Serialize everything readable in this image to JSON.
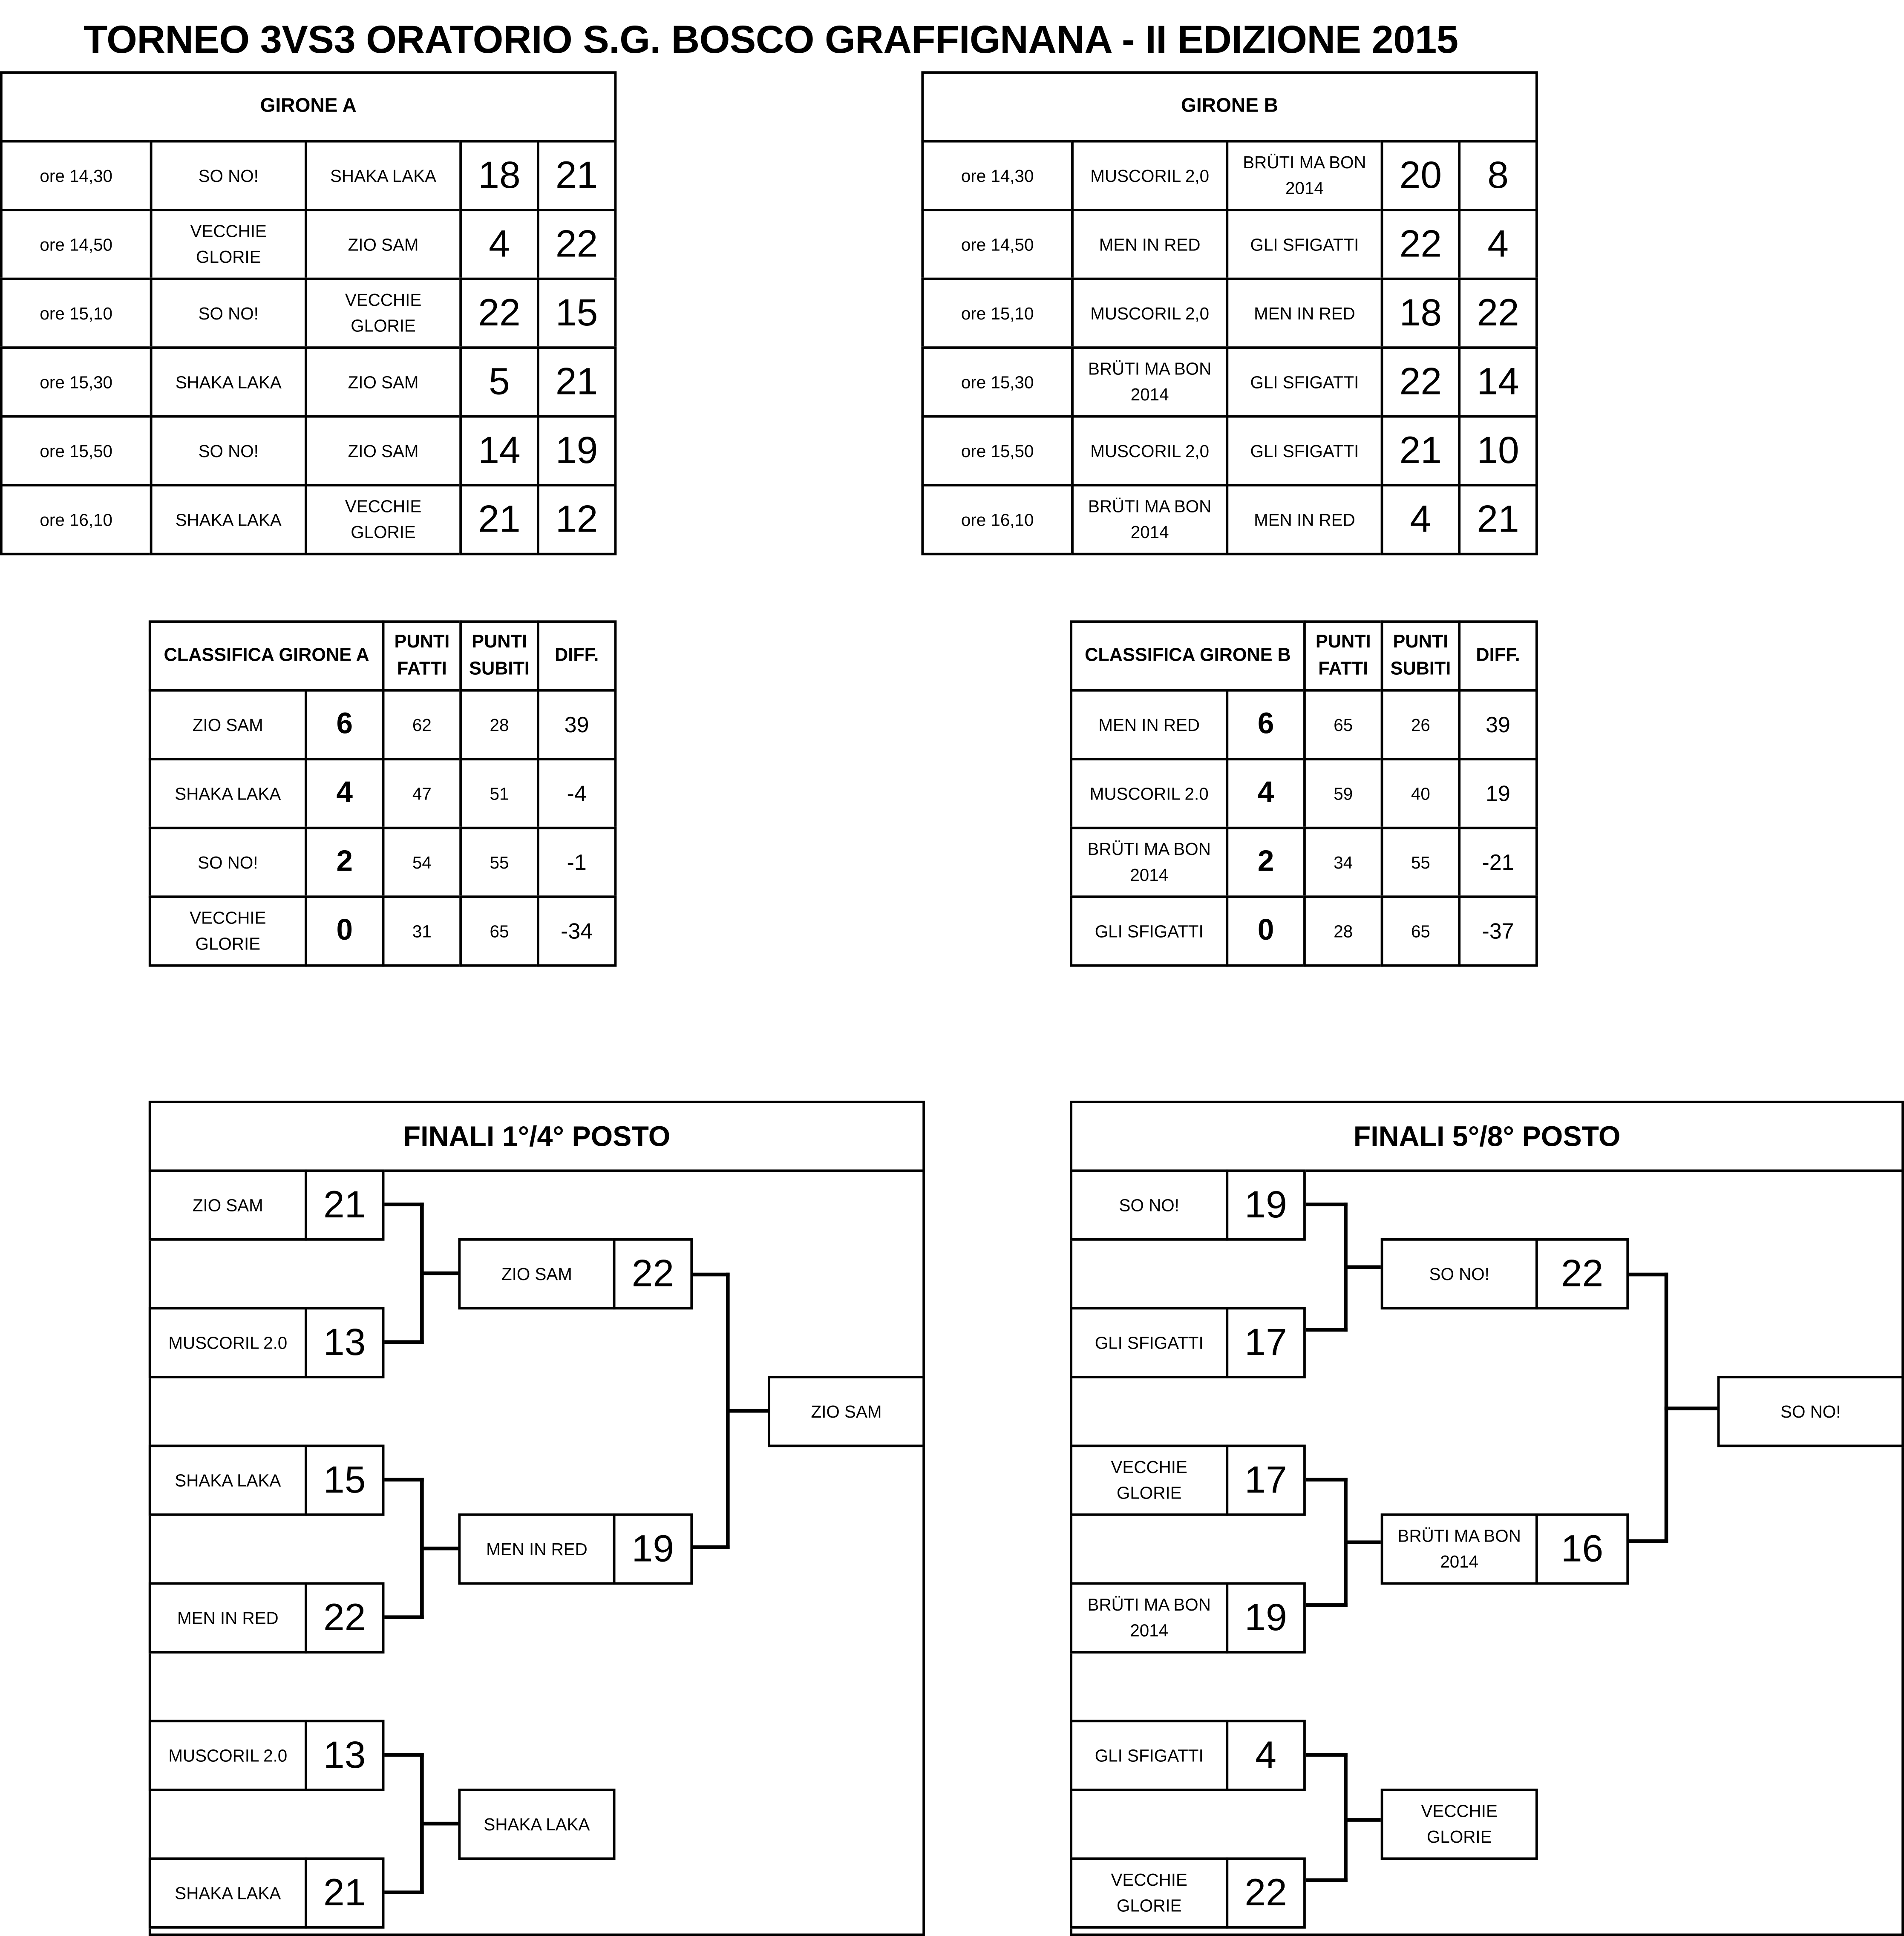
{
  "title": "TORNEO 3VS3 ORATORIO S.G. BOSCO GRAFFIGNANA - II EDIZIONE 2015",
  "girone_a": {
    "header": "GIRONE A",
    "matches": [
      {
        "time": "ore 14,30",
        "team1": "SO NO!",
        "team2": "SHAKA LAKA",
        "score1": "18",
        "score2": "21"
      },
      {
        "time": "ore 14,50",
        "team1": "VECCHIE GLORIE",
        "team2": "ZIO SAM",
        "score1": "4",
        "score2": "22"
      },
      {
        "time": "ore 15,10",
        "team1": "SO NO!",
        "team2": "VECCHIE GLORIE",
        "score1": "22",
        "score2": "15"
      },
      {
        "time": "ore 15,30",
        "team1": "SHAKA LAKA",
        "team2": "ZIO SAM",
        "score1": "5",
        "score2": "21"
      },
      {
        "time": "ore 15,50",
        "team1": "SO NO!",
        "team2": "ZIO SAM",
        "score1": "14",
        "score2": "19"
      },
      {
        "time": "ore 16,10",
        "team1": "SHAKA LAKA",
        "team2": "VECCHIE GLORIE",
        "score1": "21",
        "score2": "12"
      }
    ]
  },
  "girone_b": {
    "header": "GIRONE B",
    "matches": [
      {
        "time": "ore 14,30",
        "team1": "MUSCORIL 2,0",
        "team2": "BRÜTI MA BON 2014",
        "score1": "20",
        "score2": "8"
      },
      {
        "time": "ore 14,50",
        "team1": "MEN IN RED",
        "team2": "GLI SFIGATTI",
        "score1": "22",
        "score2": "4"
      },
      {
        "time": "ore 15,10",
        "team1": "MUSCORIL 2,0",
        "team2": "MEN IN RED",
        "score1": "18",
        "score2": "22"
      },
      {
        "time": "ore 15,30",
        "team1": "BRÜTI MA BON 2014",
        "team2": "GLI SFIGATTI",
        "score1": "22",
        "score2": "14"
      },
      {
        "time": "ore 15,50",
        "team1": "MUSCORIL 2,0",
        "team2": "GLI SFIGATTI",
        "score1": "21",
        "score2": "10"
      },
      {
        "time": "ore 16,10",
        "team1": "BRÜTI MA BON 2014",
        "team2": "MEN IN RED",
        "score1": "4",
        "score2": "21"
      }
    ]
  },
  "classifica_a": {
    "header": "CLASSIFICA GIRONE A",
    "col_fatti": "PUNTI FATTI",
    "col_subiti": "PUNTI SUBITI",
    "col_diff": "DIFF.",
    "rows": [
      {
        "team": "ZIO SAM",
        "points": "6",
        "fatti": "62",
        "subiti": "28",
        "diff": "39"
      },
      {
        "team": "SHAKA LAKA",
        "points": "4",
        "fatti": "47",
        "subiti": "51",
        "diff": "-4"
      },
      {
        "team": "SO NO!",
        "points": "2",
        "fatti": "54",
        "subiti": "55",
        "diff": "-1"
      },
      {
        "team": "VECCHIE GLORIE",
        "points": "0",
        "fatti": "31",
        "subiti": "65",
        "diff": "-34"
      }
    ]
  },
  "classifica_b": {
    "header": "CLASSIFICA GIRONE B",
    "col_fatti": "PUNTI FATTI",
    "col_subiti": "PUNTI SUBITI",
    "col_diff": "DIFF.",
    "rows": [
      {
        "team": "MEN IN RED",
        "points": "6",
        "fatti": "65",
        "subiti": "26",
        "diff": "39"
      },
      {
        "team": "MUSCORIL 2.0",
        "points": "4",
        "fatti": "59",
        "subiti": "40",
        "diff": "19"
      },
      {
        "team": "BRÜTI MA BON 2014",
        "points": "2",
        "fatti": "34",
        "subiti": "55",
        "diff": "-21"
      },
      {
        "team": "GLI SFIGATTI",
        "points": "0",
        "fatti": "28",
        "subiti": "65",
        "diff": "-37"
      }
    ]
  },
  "finali_1_4": {
    "header": "FINALI 1°/4° POSTO",
    "semifinals": [
      {
        "team": "ZIO SAM",
        "score": "21"
      },
      {
        "team": "MUSCORIL 2.0",
        "score": "13"
      },
      {
        "team": "SHAKA LAKA",
        "score": "15"
      },
      {
        "team": "MEN IN RED",
        "score": "22"
      }
    ],
    "final": [
      {
        "team": "ZIO SAM",
        "score": "22"
      },
      {
        "team": "MEN IN RED",
        "score": "19"
      }
    ],
    "winner": "ZIO SAM",
    "third_place": [
      {
        "team": "MUSCORIL 2.0",
        "score": "13"
      },
      {
        "team": "SHAKA LAKA",
        "score": "21"
      }
    ],
    "third_winner": "SHAKA LAKA"
  },
  "finali_5_8": {
    "header": "FINALI 5°/8° POSTO",
    "semifinals": [
      {
        "team": "SO NO!",
        "score": "19"
      },
      {
        "team": "GLI SFIGATTI",
        "score": "17"
      },
      {
        "team": "VECCHIE GLORIE",
        "score": "17"
      },
      {
        "team": "BRÜTI MA BON 2014",
        "score": "19"
      }
    ],
    "final": [
      {
        "team": "SO NO!",
        "score": "22"
      },
      {
        "team": "BRÜTI MA BON 2014",
        "score": "16"
      }
    ],
    "winner": "SO NO!",
    "seventh_place": [
      {
        "team": "GLI SFIGATTI",
        "score": "4"
      },
      {
        "team": "VECCHIE GLORIE",
        "score": "22"
      }
    ],
    "seventh_winner": "VECCHIE GLORIE"
  }
}
